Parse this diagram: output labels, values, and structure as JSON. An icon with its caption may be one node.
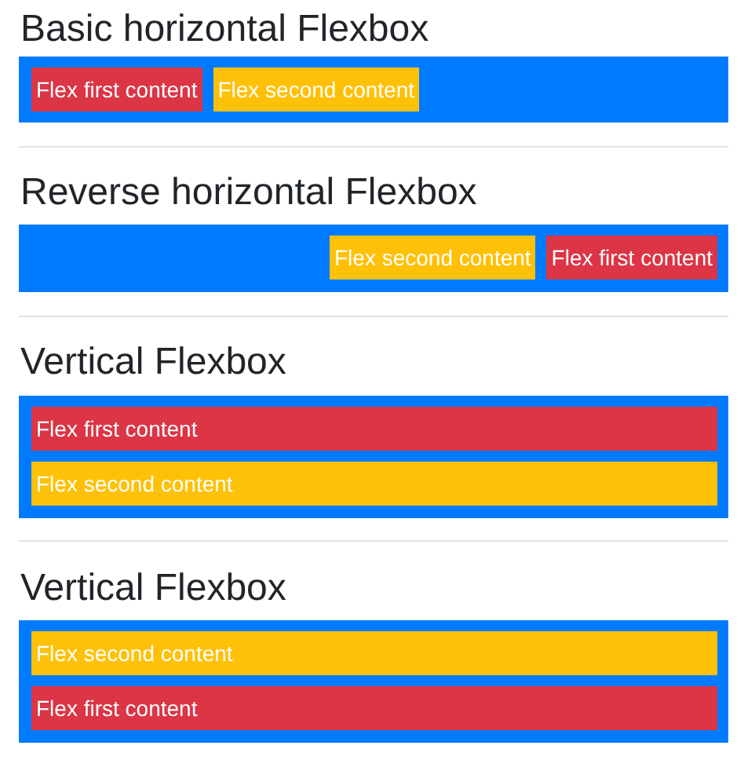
{
  "diagram": {
    "nodes": [
      {
        "text": [
          "Basic horizontal Flexbox"
        ]
      },
      {
        "text": [
          "Flex first content"
        ],
        "in": 0
      },
      {
        "text": [
          "Flex second content"
        ],
        "in": 0
      },
      {
        "text": [
          "Reverse horizontal Flexbox"
        ]
      },
      {
        "text": [
          "Flex second content"
        ],
        "in": 3
      },
      {
        "text": [
          "Flex first content"
        ],
        "in": 3
      },
      {
        "text": [
          "Vertical Flexbox"
        ]
      },
      {
        "text": [
          "Flex first content"
        ],
        "in": 6
      },
      {
        "text": [
          "Flex second content"
        ],
        "in": 6
      },
      {
        "text": [
          "Vertical Flexbox"
        ]
      },
      {
        "text": [
          "Flex second content"
        ],
        "in": 9
      },
      {
        "text": [
          "Flex first content"
        ],
        "in": 9
      }
    ]
  }
}
